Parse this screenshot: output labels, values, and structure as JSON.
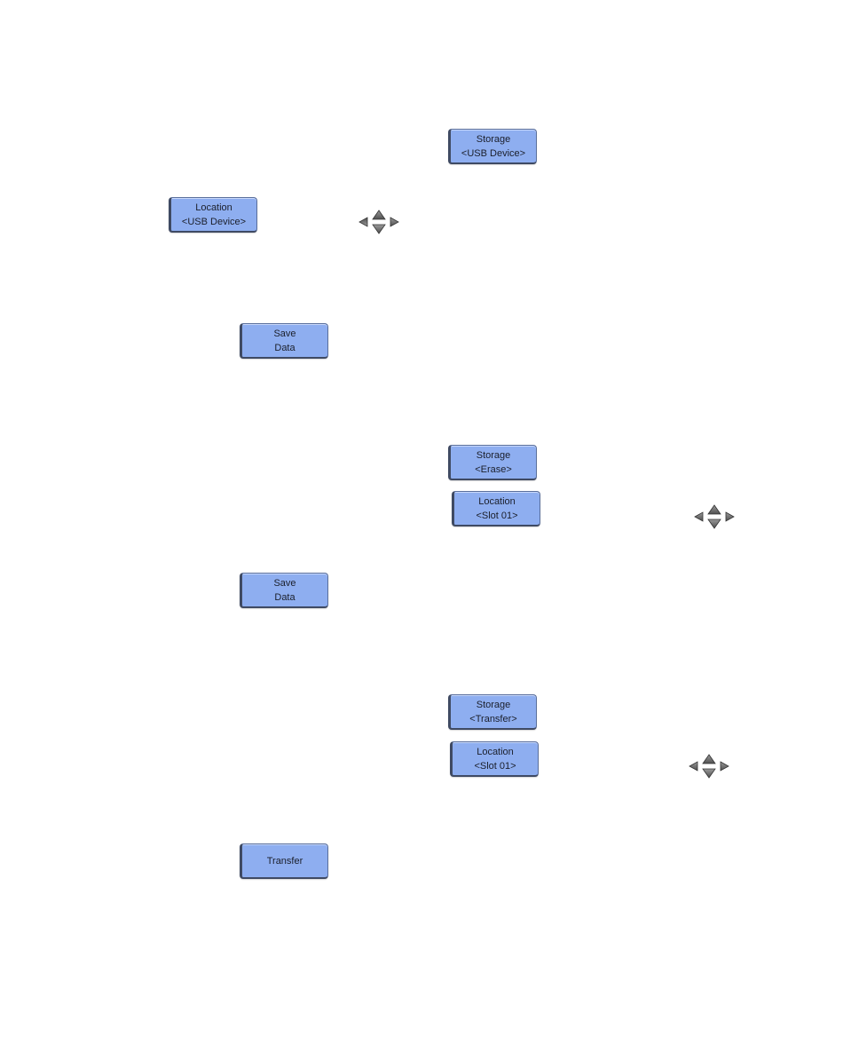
{
  "section_usb": {
    "storage_key": {
      "line1": "Storage",
      "line2": "<USB Device>"
    },
    "location_key": {
      "line1": "Location",
      "line2": "<USB Device>"
    },
    "save_key": {
      "line1": "Save",
      "line2": "Data"
    },
    "nav_icon": "arrow-keys-icon"
  },
  "section_erase": {
    "storage_key": {
      "line1": "Storage",
      "line2": "<Erase>"
    },
    "location_key": {
      "line1": "Location",
      "line2": "<Slot 01>"
    },
    "save_key": {
      "line1": "Save",
      "line2": "Data"
    },
    "nav_icon": "arrow-keys-icon"
  },
  "section_transfer": {
    "storage_key": {
      "line1": "Storage",
      "line2": "<Transfer>"
    },
    "location_key": {
      "line1": "Location",
      "line2": "<Slot 01>"
    },
    "transfer_key": {
      "label": "Transfer"
    },
    "nav_icon": "arrow-keys-icon"
  },
  "colors": {
    "key_fill": "#8eaef0",
    "key_border": "#3f4a63",
    "arrow_fill": "#7a7a7a"
  }
}
